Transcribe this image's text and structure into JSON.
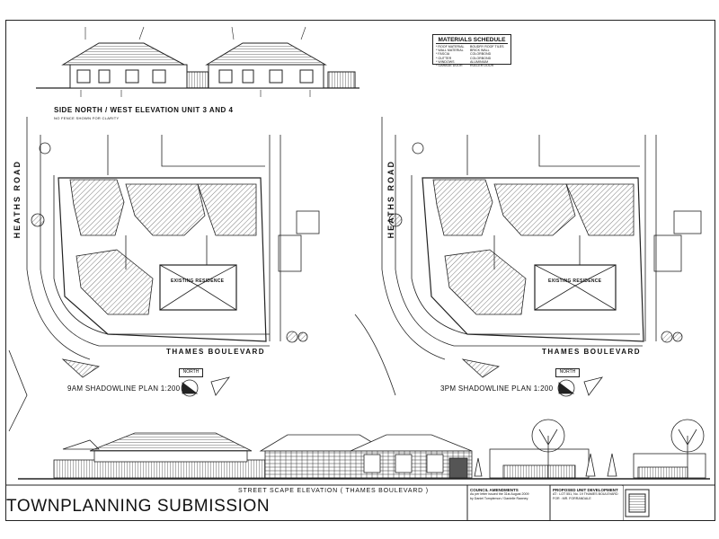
{
  "elevation": {
    "title": "SIDE NORTH / WEST ELEVATION UNIT 3 AND 4",
    "note": "NO FENCE SHOWN FOR CLARITY"
  },
  "materials": {
    "title": "MATERIALS SCHEDULE",
    "rows": [
      {
        "item": "* ROOF MATERIAL",
        "value": "BOUDRY ROOF TILES"
      },
      {
        "item": "* WALL MATERIAL",
        "value": "BRICK WALL"
      },
      {
        "item": "* FASCIA",
        "value": "COLORBOND"
      },
      {
        "item": "* GUTTER",
        "value": "COLORBOND"
      },
      {
        "item": "* WINDOWS",
        "value": "ALUMINIUM"
      },
      {
        "item": "* GARAGE DOOR",
        "value": "ROLLER DOOR"
      }
    ]
  },
  "plans": {
    "left": {
      "title": "9AM SHADOWLINE PLAN 1:200"
    },
    "right": {
      "title": "3PM SHADOWLINE PLAN 1:200"
    },
    "road_vertical": "HEATHS ROAD",
    "road_horizontal": "THAMES BOULEVARD",
    "existing": "EXISTING RESIDENCE",
    "north": "NORTH"
  },
  "street_elevation": {
    "title": "STREET SCAPE ELEVATION ( THAMES BOULEVARD )"
  },
  "submission": {
    "title": "TOWNPLANNING SUBMISSION"
  },
  "title_block": {
    "amend_title": "COUNCIL AMENDMENTS",
    "amend_line1": "As per letter issued the 31st August 2009",
    "amend_line2": "by Daniel Tomplemon / Danielle Rawney",
    "project_title": "PROPOSED UNIT DEVELOPMENT",
    "project_at": "AT : LOT 551, No. 19 THAMES BOULEVARD",
    "project_for": "FOR : MR. FORRANDALE"
  }
}
